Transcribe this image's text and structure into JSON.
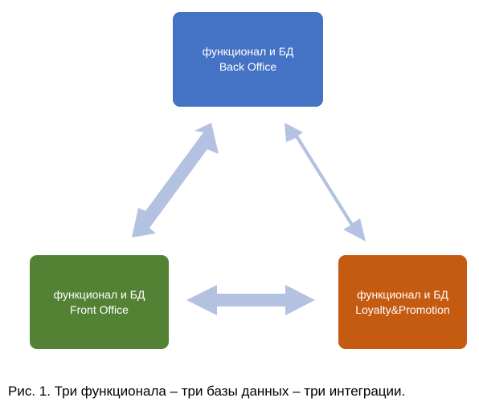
{
  "diagram": {
    "nodes": [
      {
        "id": "back-office",
        "line1": "функционал и БД",
        "line2": "Back Office",
        "color": "#4472c4"
      },
      {
        "id": "front-office",
        "line1": "функционал и БД",
        "line2": "Front Office",
        "color": "#548235"
      },
      {
        "id": "loyalty",
        "line1": "функционал и БД",
        "line2": "Loyalty&Promotion",
        "color": "#c55a11"
      }
    ],
    "edges": [
      {
        "from": "back-office",
        "to": "front-office",
        "type": "bidirectional"
      },
      {
        "from": "back-office",
        "to": "loyalty",
        "type": "bidirectional"
      },
      {
        "from": "front-office",
        "to": "loyalty",
        "type": "bidirectional"
      }
    ],
    "arrow_color": "#b4c2e2"
  },
  "caption": "Рис. 1. Три функционала – три базы данных – три интеграции."
}
